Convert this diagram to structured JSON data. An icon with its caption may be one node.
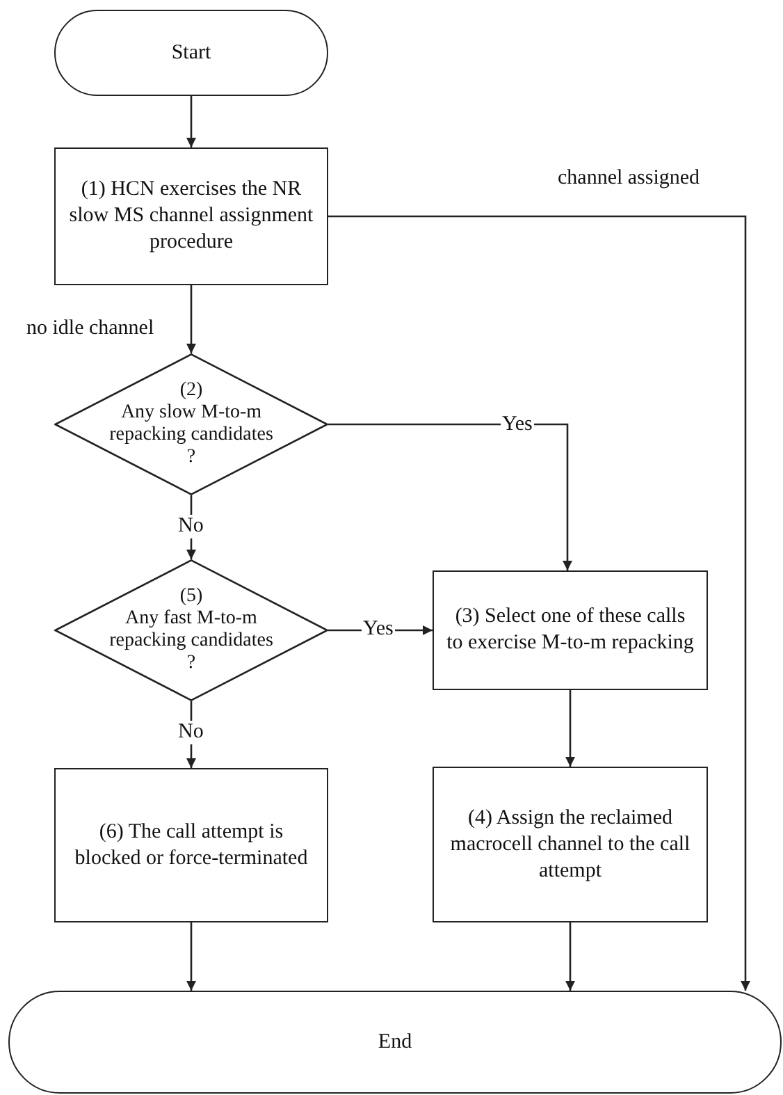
{
  "diagram": {
    "nodes": [
      {
        "text": [
          "Start"
        ]
      },
      {
        "text": [
          "(1) HCN exercises the NR slow MS channel assignment procedure"
        ]
      },
      {
        "text": [
          "(2)",
          "Any slow M-to-m repacking candidates ?"
        ]
      },
      {
        "text": [
          "(5)",
          "Any fast M-to-m repacking candidates ?"
        ]
      },
      {
        "text": [
          "(3)  Select one of these calls to exercise M-to-m repacking"
        ]
      },
      {
        "text": [
          "(6)  The call attempt is blocked or force-terminated"
        ]
      },
      {
        "text": [
          "(4)  Assign the reclaimed macrocell channel to the call attempt"
        ]
      },
      {
        "text": [
          "End"
        ]
      }
    ],
    "edges": [
      {
        "from": 0,
        "to": 1,
        "arrow": "to"
      },
      {
        "from": 1,
        "to": 2,
        "arrow": "to",
        "label": "no idle channel"
      },
      {
        "from": 1,
        "to": 7,
        "arrow": "to",
        "label": "channel assigned"
      },
      {
        "from": 2,
        "to": 4,
        "arrow": "to",
        "label": "Yes"
      },
      {
        "from": 2,
        "to": 3,
        "arrow": "to",
        "label": "No"
      },
      {
        "from": 3,
        "to": 4,
        "arrow": "to",
        "label": "Yes"
      },
      {
        "from": 3,
        "to": 5,
        "arrow": "to",
        "label": "No"
      },
      {
        "from": 4,
        "to": 6,
        "arrow": "to"
      },
      {
        "from": 5,
        "to": 7,
        "arrow": "to"
      },
      {
        "from": 6,
        "to": 7,
        "arrow": "to"
      }
    ]
  }
}
